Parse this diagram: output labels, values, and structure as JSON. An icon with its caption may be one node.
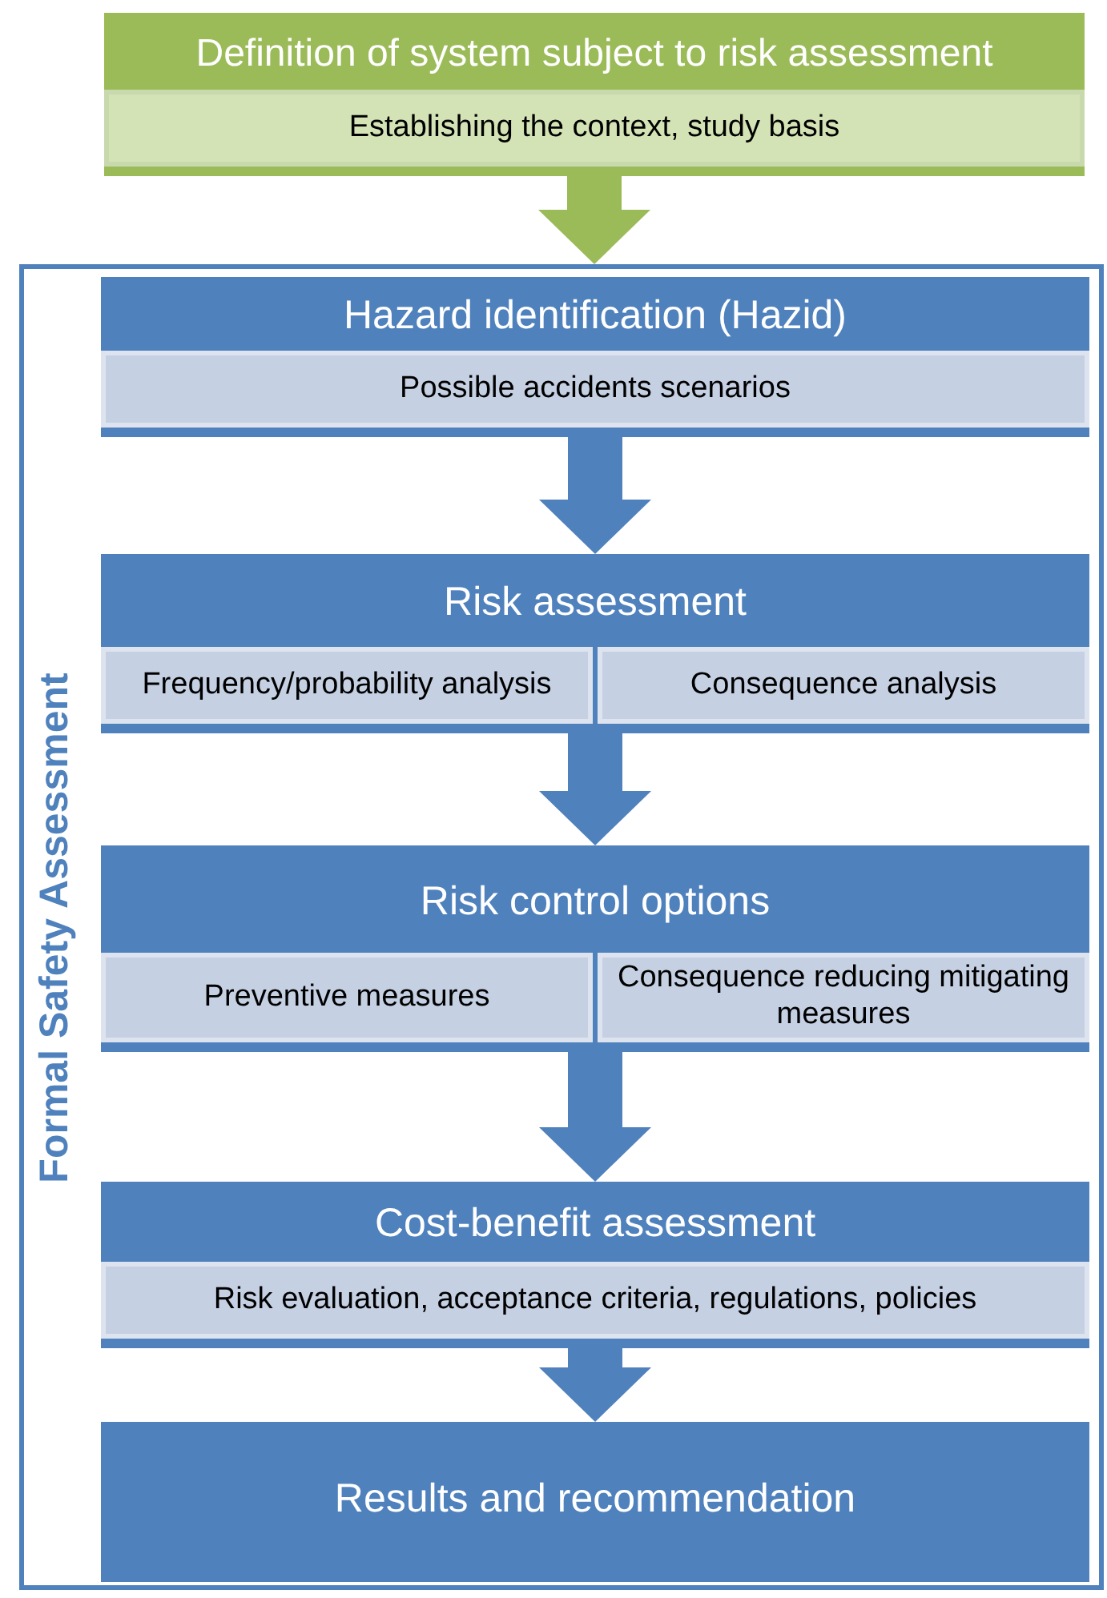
{
  "diagram": {
    "nodes": [
      {
        "text": [
          "Definition of system subject to risk assessment"
        ]
      },
      {
        "text": [
          "Establishing the context, study basis"
        ],
        "in": 0
      },
      {
        "text": [
          "Formal Safety Assessment"
        ]
      },
      {
        "text": [
          "Hazard identification (Hazid)"
        ],
        "in": 2
      },
      {
        "text": [
          "Possible accidents scenarios"
        ],
        "in": 3
      },
      {
        "text": [
          "Risk assessment"
        ],
        "in": 2
      },
      {
        "text": [
          "Frequency/probability analysis"
        ],
        "in": 5
      },
      {
        "text": [
          "Consequence analysis"
        ],
        "in": 5
      },
      {
        "text": [
          "Risk control options"
        ],
        "in": 2
      },
      {
        "text": [
          "Preventive measures"
        ],
        "in": 8
      },
      {
        "text": [
          "Consequence reducing mitigating measures"
        ],
        "in": 8
      },
      {
        "text": [
          "Cost-benefit assessment"
        ],
        "in": 2
      },
      {
        "text": [
          "Risk evaluation, acceptance criteria, regulations, policies"
        ],
        "in": 11
      },
      {
        "text": [
          "Results and recommendation"
        ],
        "in": 2
      }
    ],
    "edges": [
      {
        "from": 0,
        "to": 2,
        "arrow": "to",
        "color": "#9bbb59"
      },
      {
        "from": 3,
        "to": 5,
        "arrow": "to"
      },
      {
        "from": 5,
        "to": 8,
        "arrow": "to"
      },
      {
        "from": 8,
        "to": 11,
        "arrow": "to"
      },
      {
        "from": 11,
        "to": 13,
        "arrow": "to"
      }
    ]
  }
}
